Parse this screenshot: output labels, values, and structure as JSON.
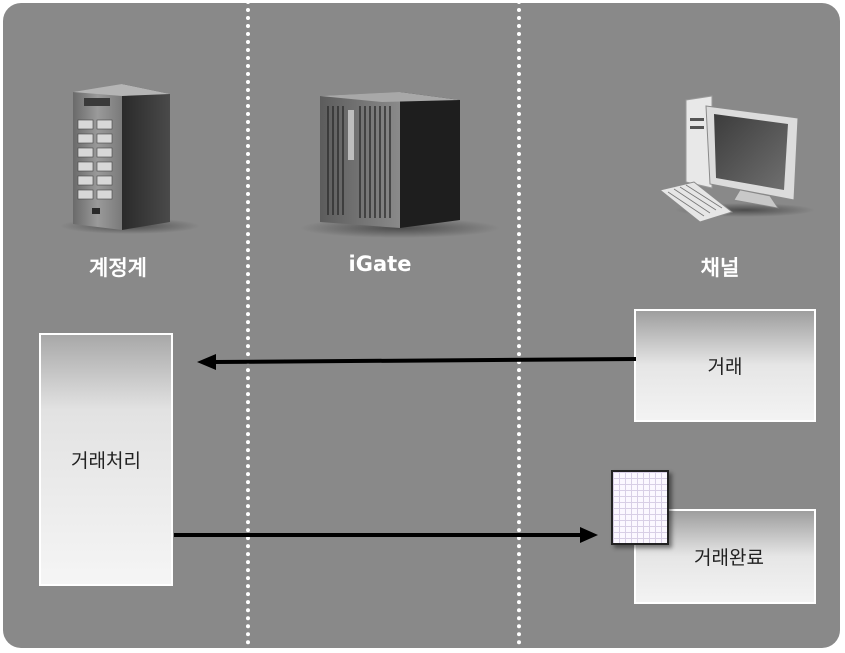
{
  "columns": [
    {
      "label": "계정계",
      "icon": "server-tower-icon"
    },
    {
      "label": "iGate",
      "icon": "gateway-server-icon"
    },
    {
      "label": "채널",
      "icon": "desktop-computer-icon"
    }
  ],
  "boxes": {
    "transaction_processing": "거래처리",
    "transaction": "거래",
    "transaction_complete": "거래완료"
  },
  "colors": {
    "background": "#898989",
    "divider": "#ffffff",
    "arrow": "#000000"
  }
}
